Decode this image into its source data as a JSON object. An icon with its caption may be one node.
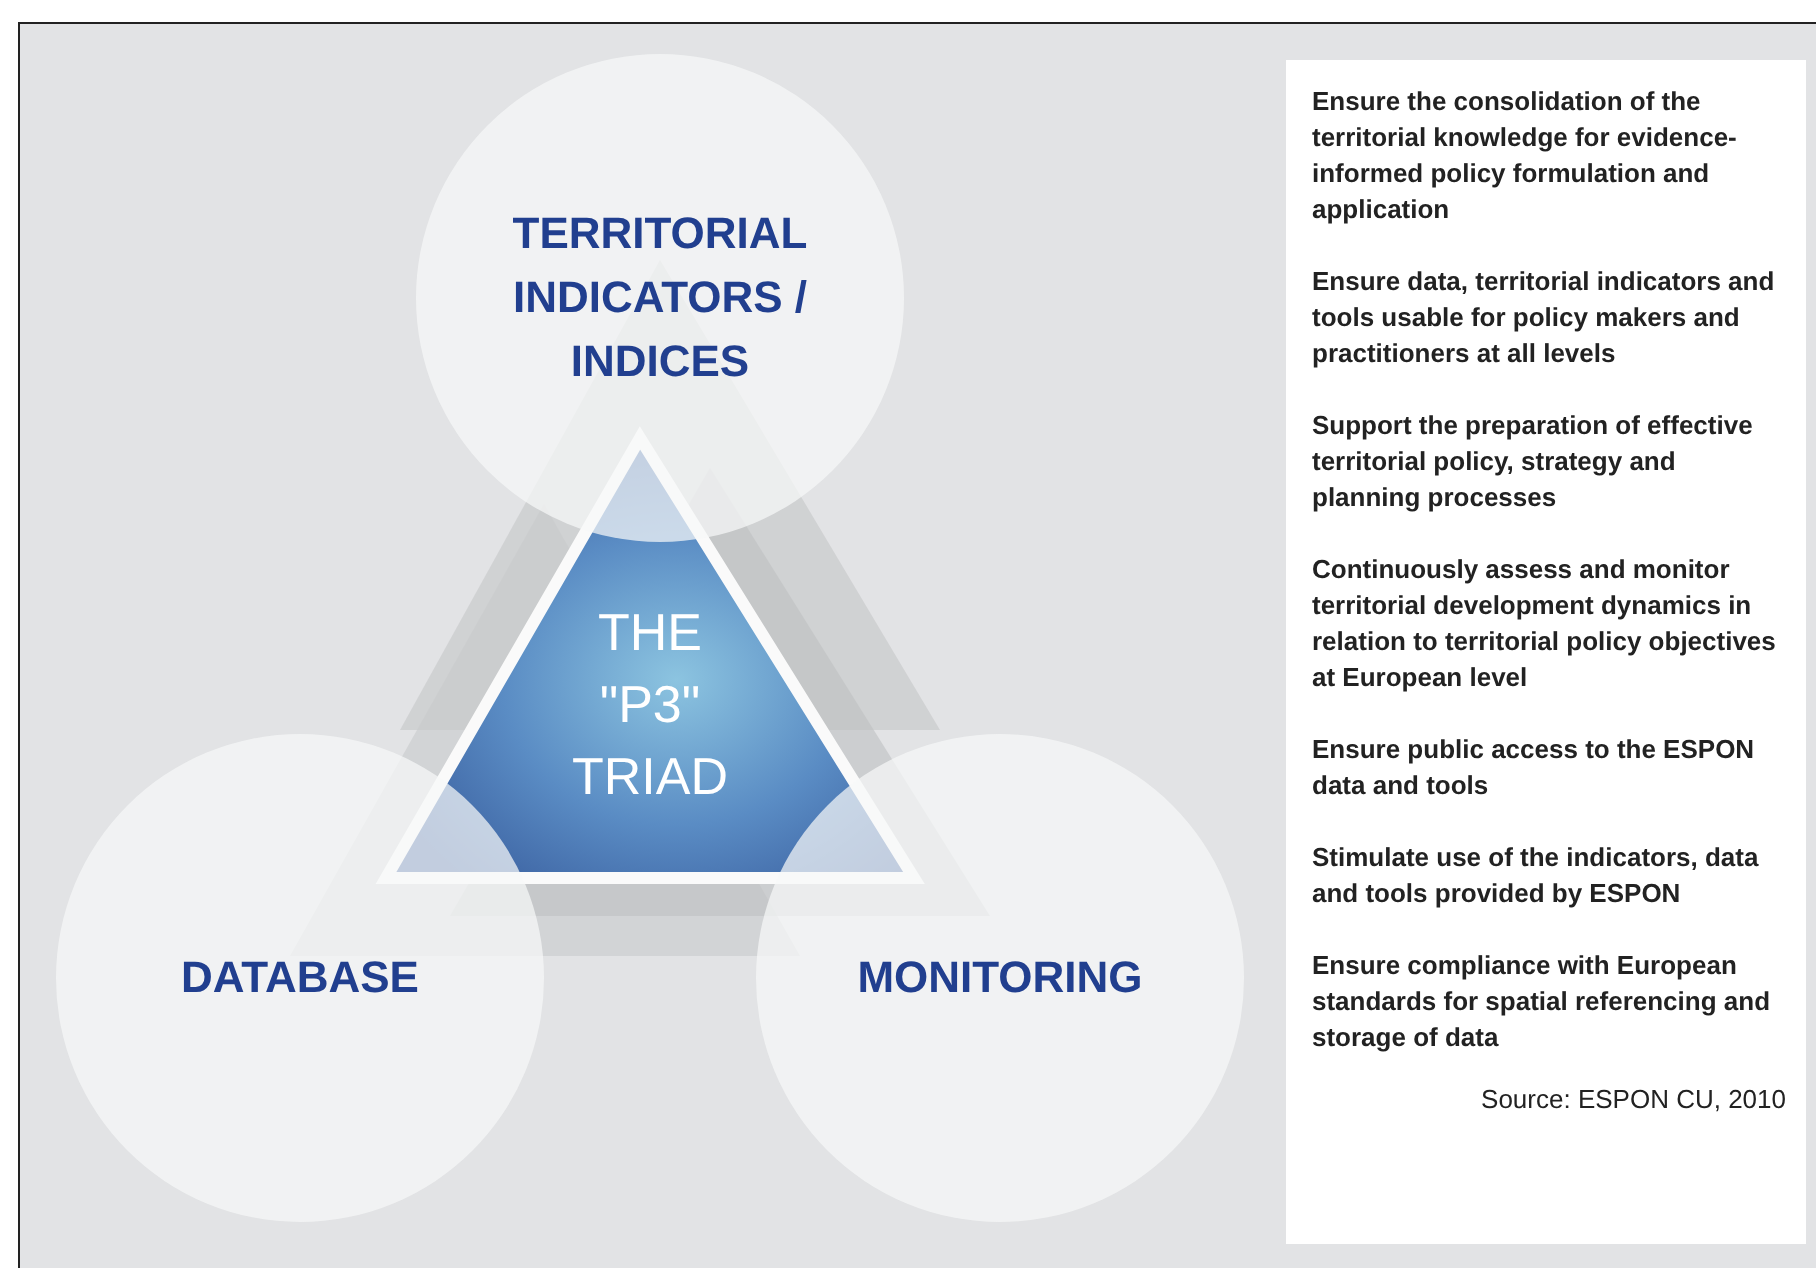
{
  "diagram": {
    "nodes": [
      {
        "text": [
          "TERRITORIAL INDICATORS / INDICES"
        ]
      },
      {
        "text": [
          "THE \"P3\" TRIAD"
        ]
      },
      {
        "text": [
          "DATABASE"
        ]
      },
      {
        "text": [
          "MONITORING"
        ]
      },
      {
        "text": [
          "Ensure the consolidation of the territorial knowledge for evidence-informed policy formulation and application",
          "Ensure data, territorial indicators and tools usable for policy makers and practitioners at all levels",
          "Support the preparation of effective territorial policy, strategy and planning processes",
          "Continuously assess and monitor territorial development dynamics in relation to territorial policy objectives at European level",
          "Ensure public access to the ESPON data and tools",
          "Stimulate use of the indicators, data and tools provided by ESPON",
          "Ensure compliance with European standards for spatial referencing and storage of data",
          "Source: ESPON CU, 2010"
        ]
      }
    ],
    "edges": []
  }
}
